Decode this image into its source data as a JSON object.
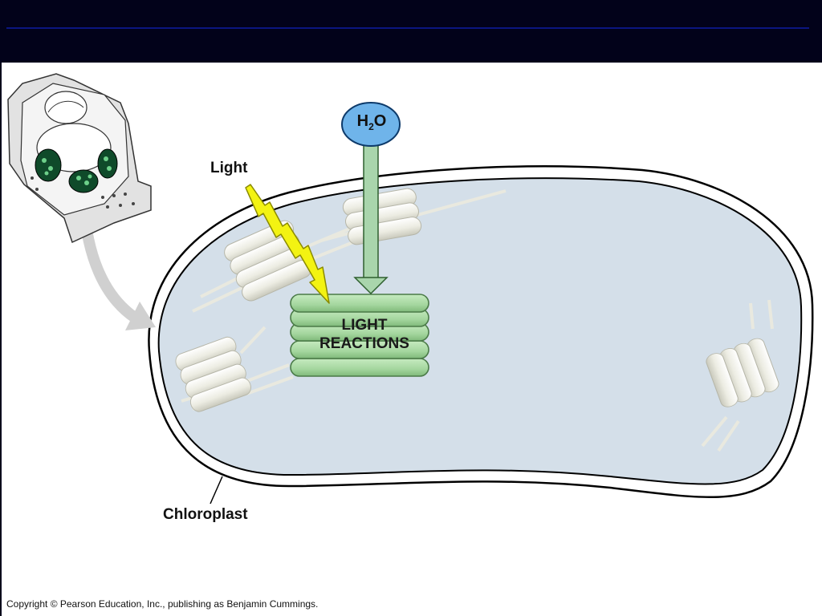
{
  "labels": {
    "light": "Light",
    "water_main": "H",
    "water_sub": "2",
    "water_end": "O",
    "reactions_line1": "LIGHT",
    "reactions_line2": "REACTIONS",
    "chloroplast": "Chloroplast"
  },
  "footer": {
    "copyright": "Copyright © Pearson Education, Inc., publishing as Benjamin Cummings."
  },
  "colors": {
    "header": "#02021a",
    "chloroplast_fill": "#d4dfe9",
    "water_fill": "#6fb4ea",
    "arrow_fill": "#a9d5ac",
    "light_bolt": "#f3f312",
    "reactions_fill": "#a9d9a4",
    "thylakoid": "#eeeee4"
  }
}
